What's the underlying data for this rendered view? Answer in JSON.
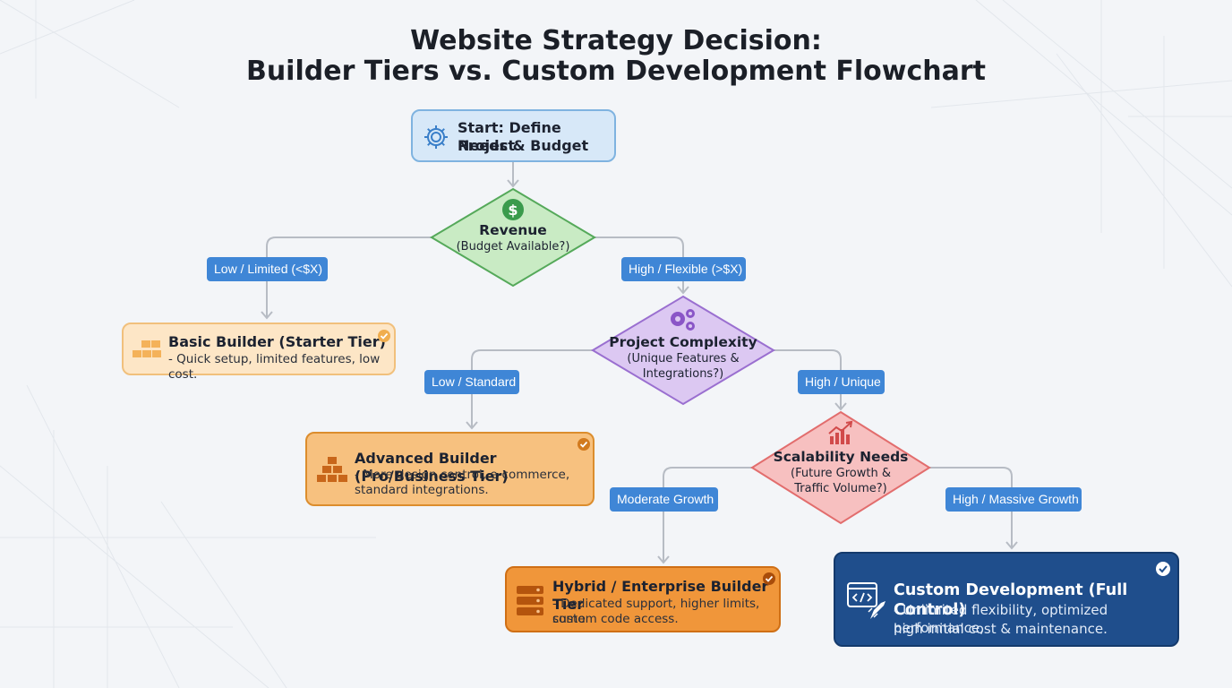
{
  "title": {
    "line1": "Website Strategy Decision:",
    "line2": "Builder Tiers vs. Custom Development Flowchart"
  },
  "start": {
    "label_line1": "Start: Define Project",
    "label_line2": "Needs & Budget",
    "icon": "gear-icon"
  },
  "revenue": {
    "title": "Revenue",
    "subtitle": "(Budget Available?)",
    "icon": "dollar-icon",
    "low_label": "Low / Limited (<$X)",
    "high_label": "High / Flexible (>$X)"
  },
  "complexity": {
    "title": "Project Complexity",
    "sub1": "(Unique Features &",
    "sub2": "Integrations?)",
    "icon": "cogs-icon",
    "low_label": "Low / Standard",
    "high_label": "High / Unique"
  },
  "scalability": {
    "title": "Scalability Needs",
    "sub1": "(Future Growth &",
    "sub2": "Traffic Volume?)",
    "icon": "growth-chart-icon",
    "low_label": "Moderate Growth",
    "high_label": "High / Massive Growth"
  },
  "basic": {
    "title": "Basic Builder (Starter Tier)",
    "desc1": "- Quick setup, limited features, low cost.",
    "icon": "blocks-icon"
  },
  "advanced": {
    "title": "Advanced Builder (Pro/Business Tier)",
    "desc1": "- More design control, e-commerce,",
    "desc2": "standard integrations.",
    "icon": "stacked-blocks-icon"
  },
  "hybrid": {
    "title": "Hybrid / Enterprise Builder Tier",
    "desc1": "- Dedicated support, higher limits, some",
    "desc2": "custom code access.",
    "icon": "server-icon"
  },
  "custom": {
    "title": "Custom Development (Full Control)",
    "desc1": "- Unlimited flexibility, optimized performance,",
    "desc2": "high initial cost & maintenance.",
    "icon": "code-rocket-icon"
  },
  "colors": {
    "start_bg": "#d7e8f8",
    "start_border": "#7fb3e0",
    "revenue_bg": "#c9ebc4",
    "revenue_border": "#55a95a",
    "complexity_bg": "#dcc8f2",
    "complexity_border": "#9a6fd0",
    "scalability_bg": "#f7c0c0",
    "scalability_border": "#e26d6d",
    "basic_bg": "#fde6c6",
    "basic_border": "#f1c07c",
    "advanced_bg": "#f7c17f",
    "advanced_border": "#dc8d2d",
    "hybrid_bg": "#f0963a",
    "hybrid_border": "#cf6f15",
    "custom_bg": "#1f4e8c",
    "custom_border": "#143a6c",
    "label_bg": "#3f86d6",
    "connector": "#b7bcc4"
  }
}
